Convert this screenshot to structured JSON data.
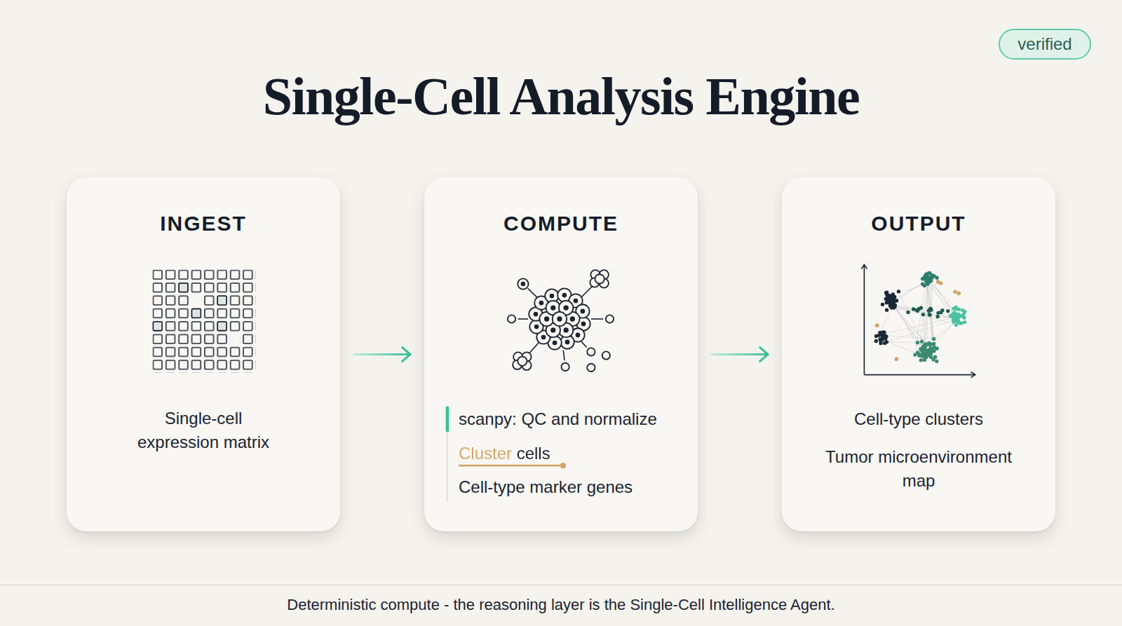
{
  "diagram": {
    "title": "Single-Cell Analysis Engine",
    "caption": "Deterministic compute - the reasoning layer is the Single-Cell Intelligence Agent.",
    "nodes": [
      {
        "text": [
          "verified"
        ]
      },
      {
        "text": [
          "INGEST",
          "Single-cell expression matrix"
        ]
      },
      {
        "text": [
          "COMPUTE",
          "scanpy: QC and normalize",
          "Cluster cells",
          "Cell-type marker genes"
        ]
      },
      {
        "text": [
          "OUTPUT",
          "Cell-type clusters",
          "Tumor microenvironment map"
        ]
      }
    ],
    "edges": [
      {
        "from": 1,
        "to": 2,
        "arrow": "to"
      },
      {
        "from": 2,
        "to": 3,
        "arrow": "to"
      }
    ]
  }
}
